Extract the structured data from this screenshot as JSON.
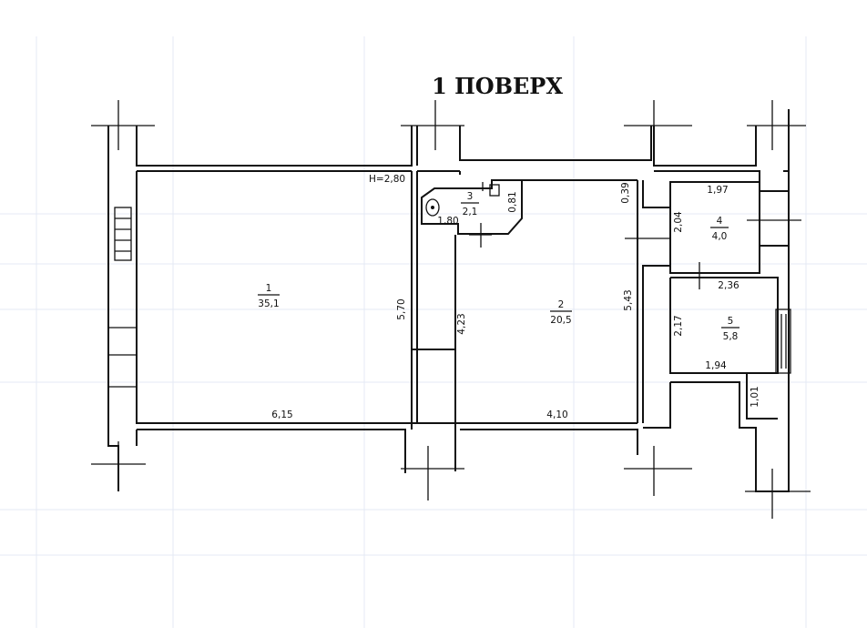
{
  "title": "1 ПОВЕРХ",
  "ceiling_height": "H=2,80",
  "rooms": [
    {
      "number": "1",
      "area": "35,1"
    },
    {
      "number": "2",
      "area": "20,5"
    },
    {
      "number": "3",
      "area": "2,1"
    },
    {
      "number": "4",
      "area": "4,0"
    },
    {
      "number": "5",
      "area": "5,8"
    }
  ],
  "dimensions": {
    "room1_length": "6,15",
    "room1_width": "5,70",
    "room2_length": "4,10",
    "room2_width": "5,43",
    "room2_partition": "4,23",
    "room3_length": "1,80",
    "room3_width": "0,81",
    "corridor_step": "0,39",
    "room4_length": "1,97",
    "room4_width": "2,04",
    "room5_length": "2,36",
    "room5_width": "2,17",
    "room5_bottom": "1,94",
    "room5_niche": "1,01"
  }
}
